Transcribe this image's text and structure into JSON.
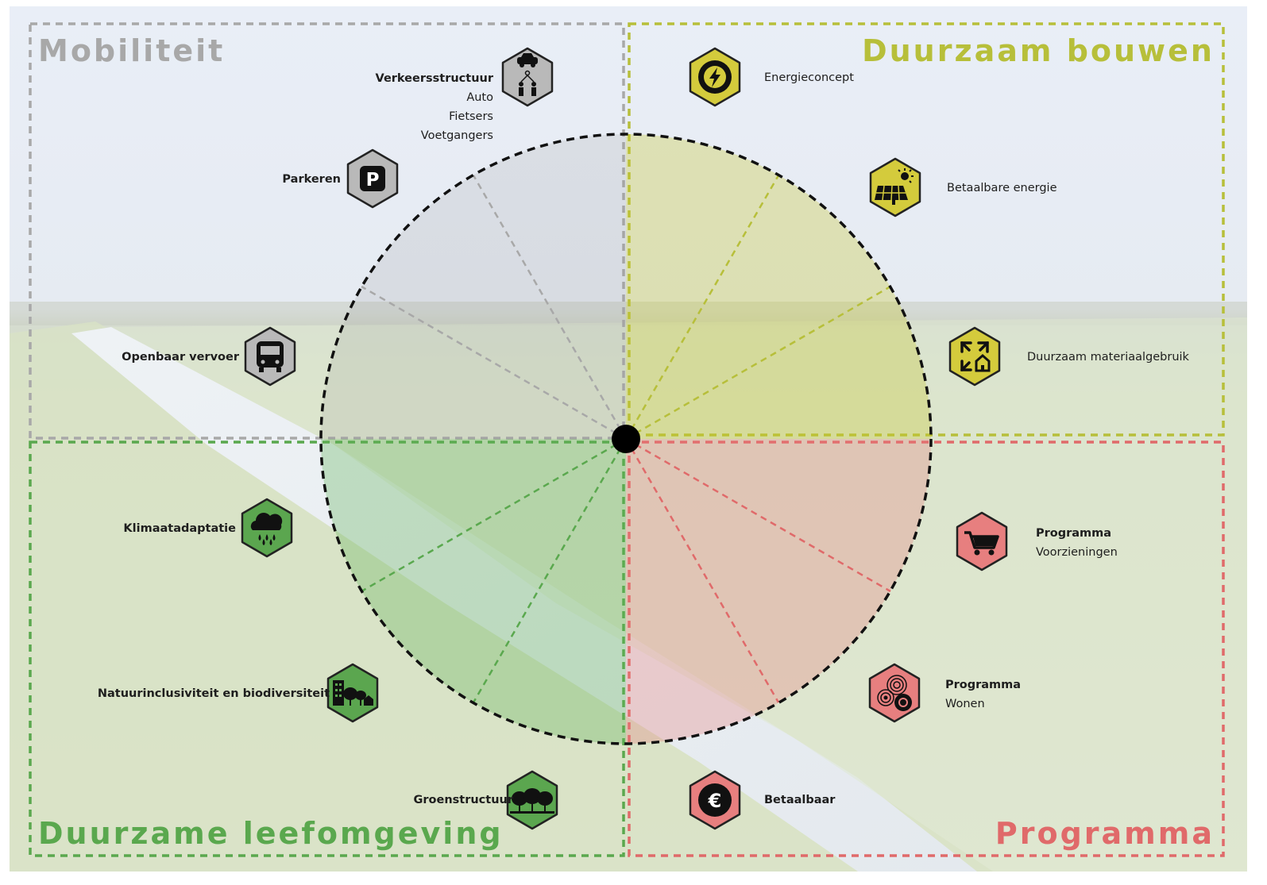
{
  "colors": {
    "mobiliteit": "#a8a8a8",
    "duurzaam_bouwen": "#b7bf3a",
    "duurzame_leefomgeving": "#5aa84e",
    "programma": "#e06a6a",
    "icon_grey": "#b9b9b9",
    "icon_yellow": "#d4cb3c",
    "icon_green": "#5ba64f",
    "icon_red": "#e77f7f"
  },
  "quadrants": {
    "mobiliteit": "Mobiliteit",
    "duurzaam_bouwen": "Duurzaam bouwen",
    "duurzame_leefomgeving": "Duurzame leefomgeving",
    "programma": "Programma"
  },
  "items": {
    "verkeersstructuur": {
      "title": "Verkeersstructuur",
      "sub1": "Auto",
      "sub2": "Fietsers",
      "sub3": "Voetgangers",
      "icon": "car-people-icon"
    },
    "parkeren": {
      "title": "Parkeren",
      "icon": "parking-icon"
    },
    "openbaar_vervoer": {
      "title": "Openbaar vervoer",
      "icon": "bus-icon"
    },
    "energieconcept": {
      "title": "Energieconcept",
      "icon": "energy-bolt-icon"
    },
    "betaalbare_energie": {
      "title": "Betaalbare energie",
      "icon": "solar-panel-icon"
    },
    "duurzaam_materiaalgebruik": {
      "title": "Duurzaam materiaalgebruik",
      "icon": "recycle-house-icon"
    },
    "klimaatadaptatie": {
      "title": "Klimaatadaptatie",
      "icon": "rain-cloud-icon"
    },
    "natuurinclusiviteit": {
      "title": "Natuurinclusiviteit en biodiversiteit",
      "icon": "building-trees-icon"
    },
    "groenstructuur": {
      "title": "Groenstructuur",
      "icon": "trees-icon"
    },
    "programma_voorzieningen": {
      "title": "Programma",
      "sub1": "Voorzieningen",
      "icon": "shopping-cart-icon"
    },
    "programma_wonen": {
      "title": "Programma",
      "sub1": "Wonen",
      "icon": "housing-circles-icon"
    },
    "betaalbaar": {
      "title": "Betaalbaar",
      "icon": "euro-icon"
    }
  }
}
